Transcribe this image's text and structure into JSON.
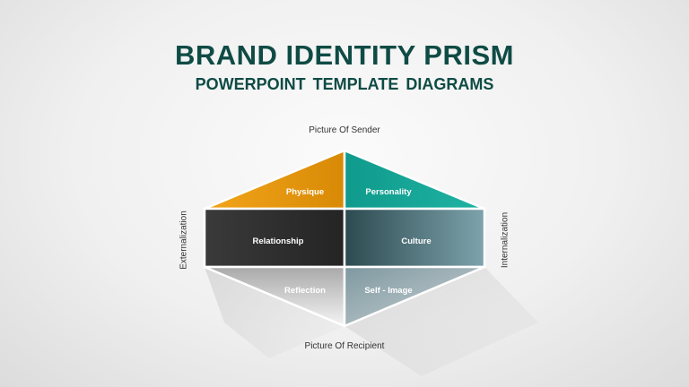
{
  "header": {
    "title": "BRAND IDENTITY PRISM",
    "subtitle": "POWERPOINT TEMPLATE DIAGRAMS"
  },
  "axes": {
    "top": "Picture Of Sender",
    "bottom": "Picture Of Recipient",
    "left": "Externalization",
    "right": "Internalization"
  },
  "segments": {
    "physique": "Physique",
    "personality": "Personality",
    "relationship": "Relationship",
    "culture": "Culture",
    "reflection": "Reflection",
    "self_image": "Self - Image"
  },
  "colors": {
    "title": "#0f4b45",
    "physique": "#e8960f",
    "personality": "#17a597",
    "relationship": "#2b2b2b",
    "culture": "#5f8c96",
    "reflection": "#c8c8c8",
    "self_image": "#8ea4ab"
  }
}
